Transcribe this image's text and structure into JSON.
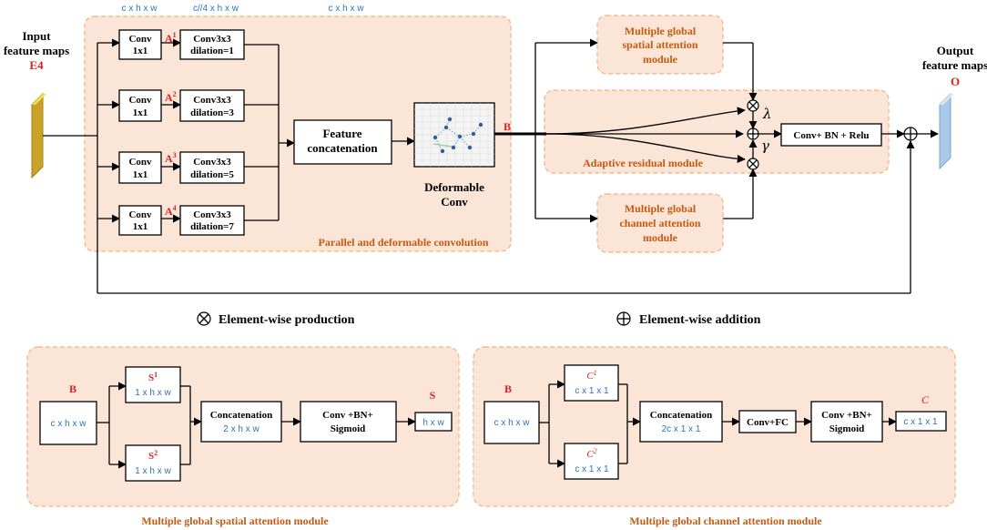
{
  "top_dims": {
    "d1": "c x h x w",
    "d2": "c//4 x h x w",
    "d3": "c x h x w"
  },
  "input": {
    "line1": "Input",
    "line2": "feature maps",
    "tag": "E4"
  },
  "output": {
    "line1": "Output",
    "line2": "feature maps",
    "tag": "O"
  },
  "branches": [
    {
      "conv_a": "Conv",
      "conv_b": "1x1",
      "a_base": "A",
      "a_sup": "1",
      "dil_a": "Conv3x3",
      "dil_b": "dilation=1"
    },
    {
      "conv_a": "Conv",
      "conv_b": "1x1",
      "a_base": "A",
      "a_sup": "2",
      "dil_a": "Conv3x3",
      "dil_b": "dilation=3"
    },
    {
      "conv_a": "Conv",
      "conv_b": "1x1",
      "a_base": "A",
      "a_sup": "3",
      "dil_a": "Conv3x3",
      "dil_b": "dilation=5"
    },
    {
      "conv_a": "Conv",
      "conv_b": "1x1",
      "a_base": "A",
      "a_sup": "4",
      "dil_a": "Conv3x3",
      "dil_b": "dilation=7"
    }
  ],
  "feature_concat": {
    "line1": "Feature",
    "line2": "concatenation"
  },
  "deformable": {
    "line1": "Deformable",
    "line2": "Conv",
    "tag": "B"
  },
  "pdc_label": "Parallel and deformable convolution",
  "spatial_top": {
    "line1": "Multiple global",
    "line2": "spatial attention",
    "line3": "module"
  },
  "channel_bottom": {
    "line1": "Multiple global",
    "line2": "channel attention",
    "line3": "module"
  },
  "adaptive": {
    "label": "Adaptive residual module",
    "block": "Conv+ BN + Relu",
    "lambda": "λ",
    "gamma": "γ"
  },
  "legend": {
    "prod_symbol": "⊗",
    "prod_label": "Element-wise production",
    "add_symbol": "⊕",
    "add_label": "Element-wise addition"
  },
  "spatial_module": {
    "input_tag": "B",
    "input_box": "c x h x w",
    "s1_base": "S",
    "s1_sup": "1",
    "s1_dim": "1 x h x w",
    "s2_base": "S",
    "s2_sup": "2",
    "s2_dim": "1 x h x w",
    "concat": "Concatenation",
    "concat_dim": "2 x h x w",
    "conv_a": "Conv +BN+",
    "conv_b": "Sigmoid",
    "out_tag": "S",
    "out_box": "h x w",
    "title": "Multiple global spatial attention module"
  },
  "channel_module": {
    "input_tag": "B",
    "input_box": "c x h x w",
    "c1_base": "C",
    "c1_sup": "1",
    "c1_dim": "c x 1 x 1",
    "c2_base": "C",
    "c2_sup": "2",
    "c2_dim": "c x 1 x 1",
    "concat": "Concatenation",
    "concat_dim": "2c x 1 x 1",
    "fc": "Conv+FC",
    "conv_a": "Conv +BN+",
    "conv_b": "Sigmoid",
    "out_tag": "C",
    "out_box": "c x 1 x 1",
    "title": "Multiple global channel attention module"
  },
  "colors": {
    "region_fill": "#fbe5d6",
    "region_stroke": "#f4b183",
    "blue": "#2e74b5",
    "red": "#e02020",
    "orange": "#c55a11"
  }
}
